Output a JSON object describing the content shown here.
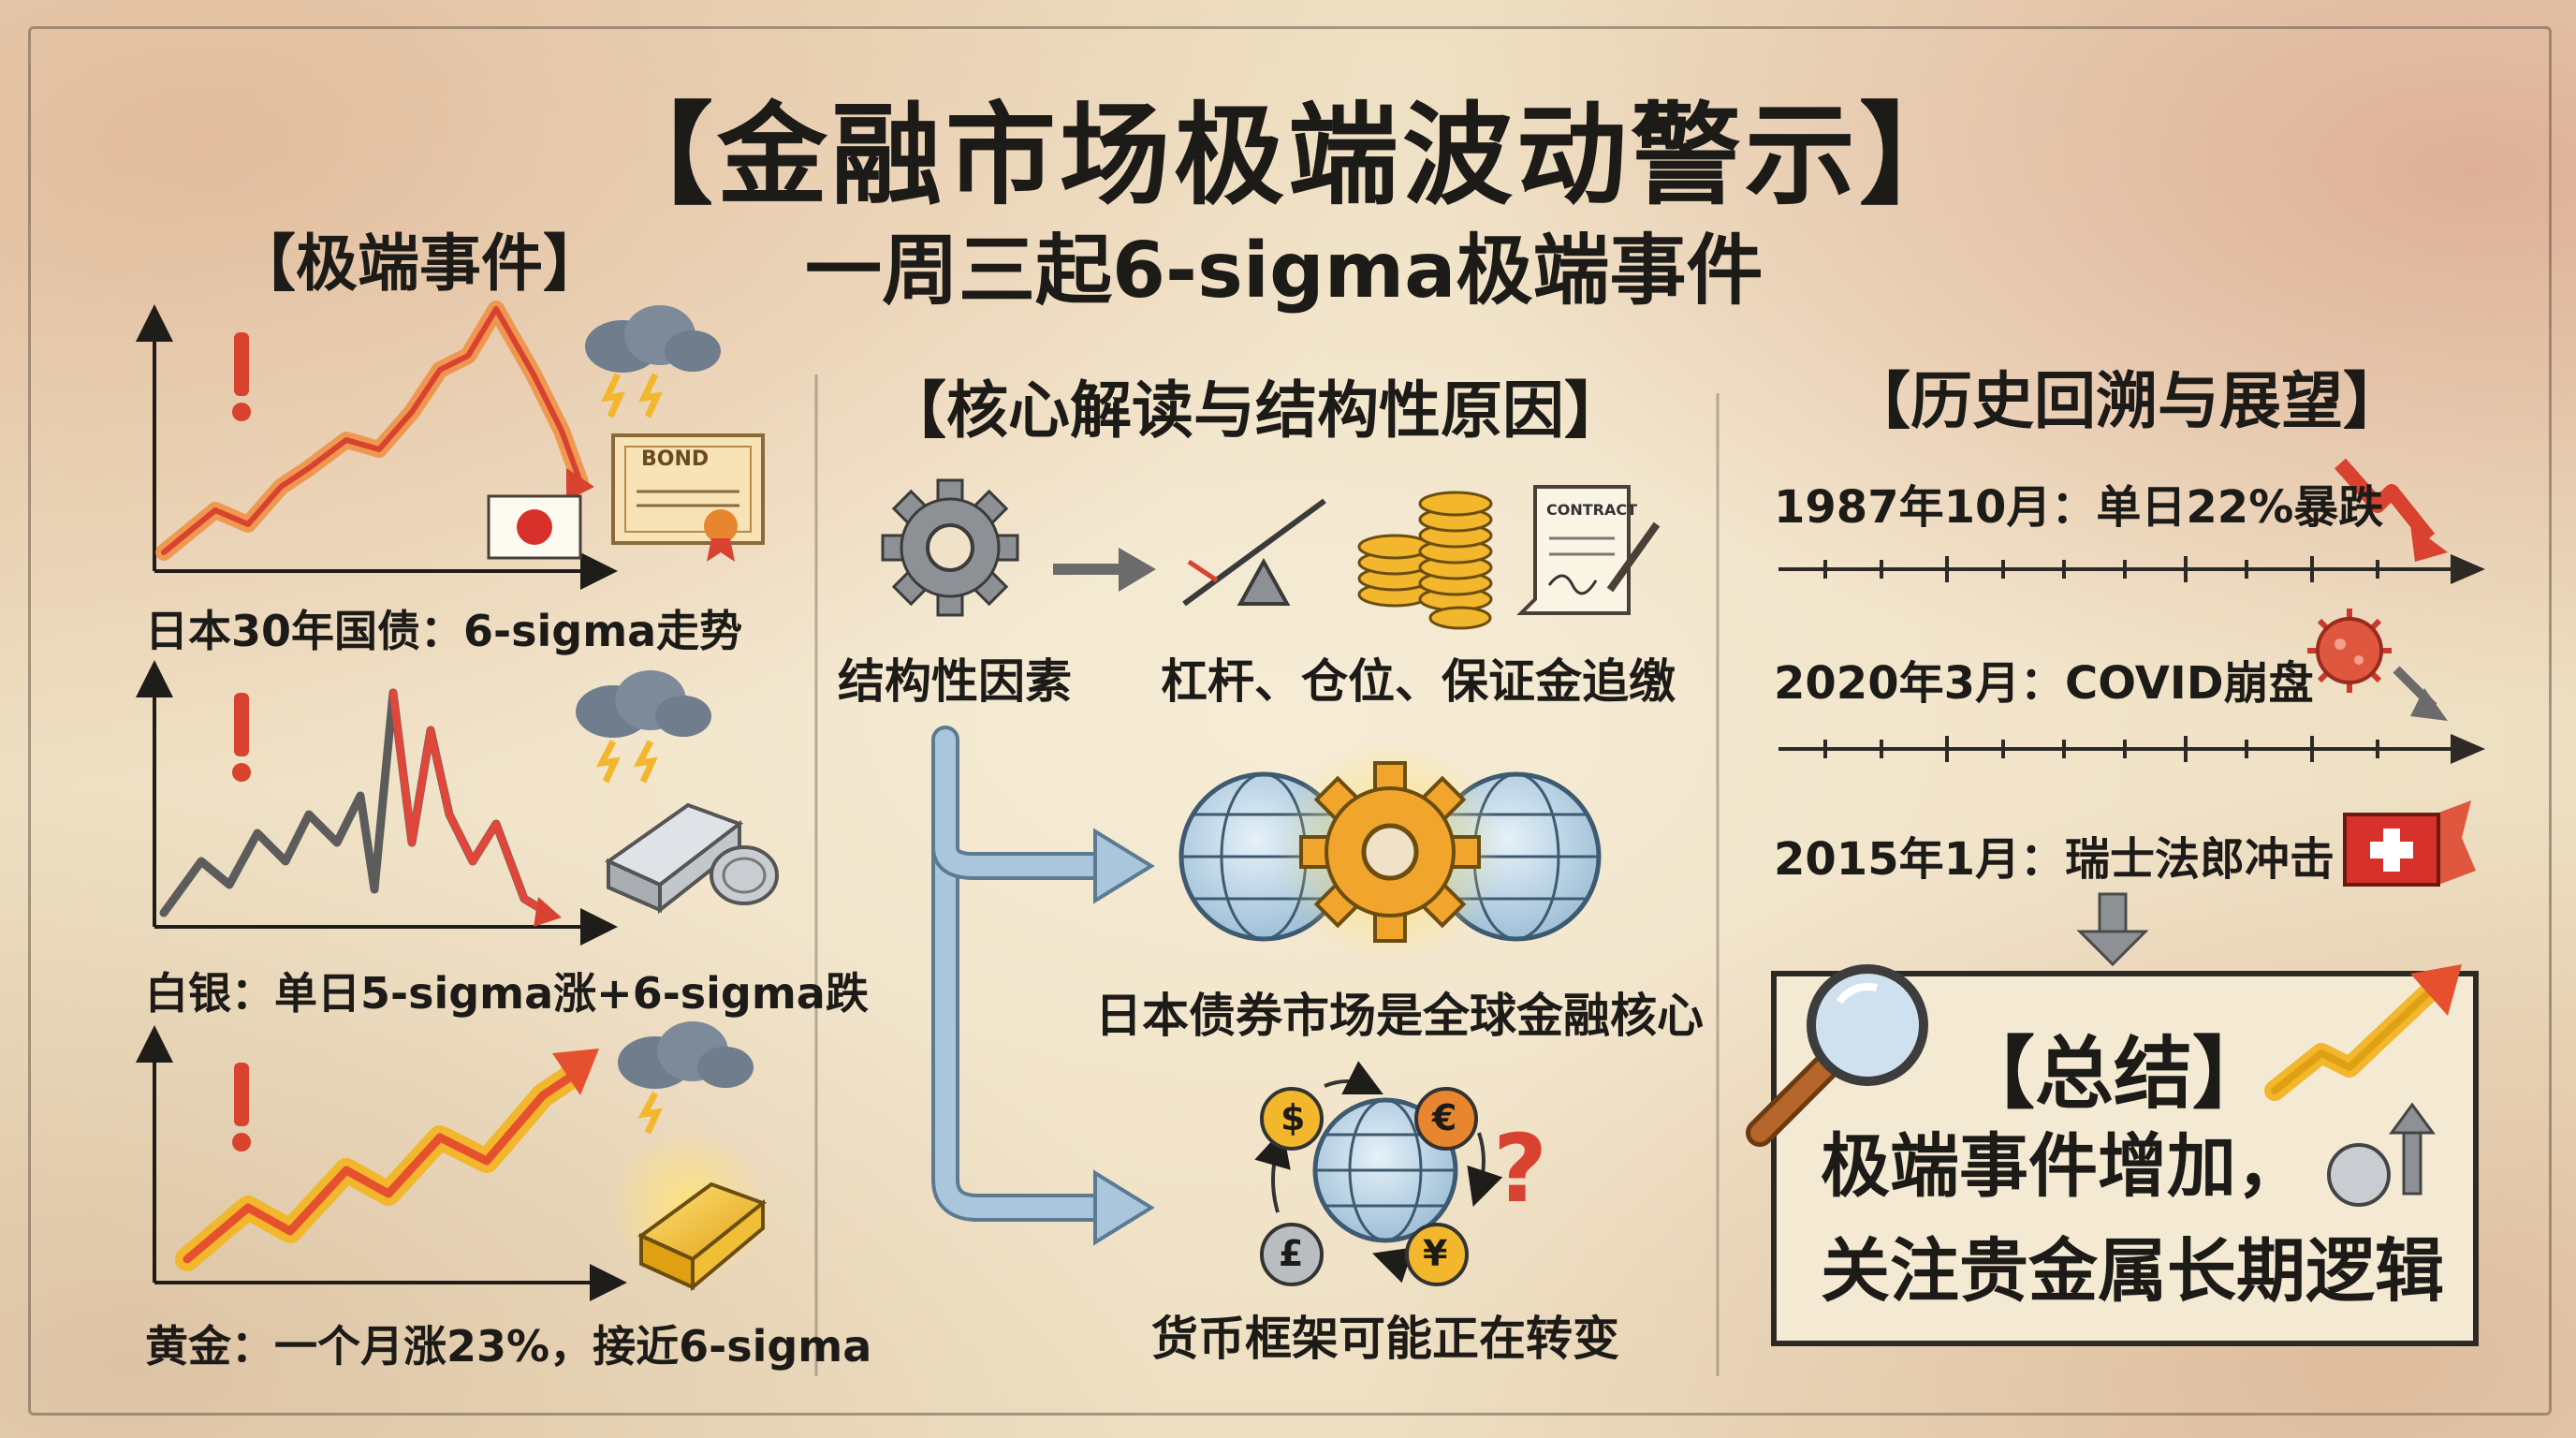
{
  "title": "【金融市场极端波动警示】",
  "subtitle": "一周三起6-sigma极端事件",
  "left": {
    "section_title": "【极端事件】",
    "items": [
      {
        "caption": "日本30年国债：6-sigma走势",
        "icons": [
          "exclamation-icon",
          "storm-cloud-icon",
          "japan-flag-icon",
          "bond-certificate-icon"
        ]
      },
      {
        "caption": "白银：单日5-sigma涨+6-sigma跌",
        "icons": [
          "exclamation-icon",
          "storm-cloud-icon",
          "silver-bar-icon",
          "coin-icon"
        ]
      },
      {
        "caption": "黄金：一个月涨23%，接近6-sigma",
        "icons": [
          "exclamation-icon",
          "storm-cloud-icon",
          "gold-bar-icon"
        ]
      }
    ]
  },
  "middle": {
    "section_title": "【核心解读与结构性原因】",
    "structural_label": "结构性因素",
    "bond_label": "BOND",
    "contract_label": "CONTRACT",
    "leverage_label": "杠杆、仓位、保证金追缴",
    "japan_label": "日本债券市场是全球金融核心",
    "currency_label": "货币框架可能正在转变",
    "currency_symbols": [
      "$",
      "€",
      "£",
      "¥"
    ],
    "question_mark": "?"
  },
  "right": {
    "section_title": "【历史回溯与展望】",
    "events": [
      {
        "label": "1987年10月：单日22%暴跌",
        "icon": "down-arrow-icon"
      },
      {
        "label": "2020年3月：COVID崩盘",
        "icon": "virus-icon"
      },
      {
        "label": "2015年1月：瑞士法郎冲击",
        "icon": "swiss-flag-icon"
      }
    ],
    "summary_title": "【总结】",
    "summary_line1": "极端事件增加，",
    "summary_line2": "关注贵金属长期逻辑"
  },
  "colors": {
    "accent_red": "#d8422e",
    "accent_orange": "#f08a3a",
    "gold": "#f2b72c",
    "blue_arrow": "#8fb3cf",
    "ink": "#1c1a17"
  }
}
